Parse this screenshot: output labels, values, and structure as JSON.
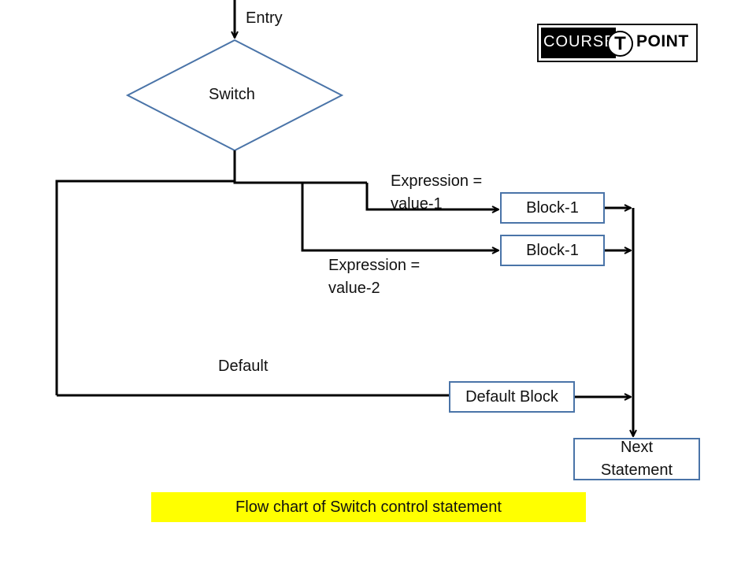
{
  "labels": {
    "entry": "Entry",
    "switch": "Switch",
    "expr1": "Expression = value-1",
    "expr2_line1": "Expression =",
    "expr2_line2": "value-2",
    "default": "Default"
  },
  "boxes": {
    "block_a": "Block-1",
    "block_b": "Block-1",
    "default_block": "Default Block",
    "next_line1": "Next",
    "next_line2": "Statement"
  },
  "caption": "Flow chart of Switch control  statement",
  "logo": {
    "word1": "COURSE",
    "mark": "T",
    "word2": "POINT"
  },
  "colors": {
    "box_border": "#4a74a8",
    "caption_bg": "#ffff00",
    "line": "#000000"
  }
}
